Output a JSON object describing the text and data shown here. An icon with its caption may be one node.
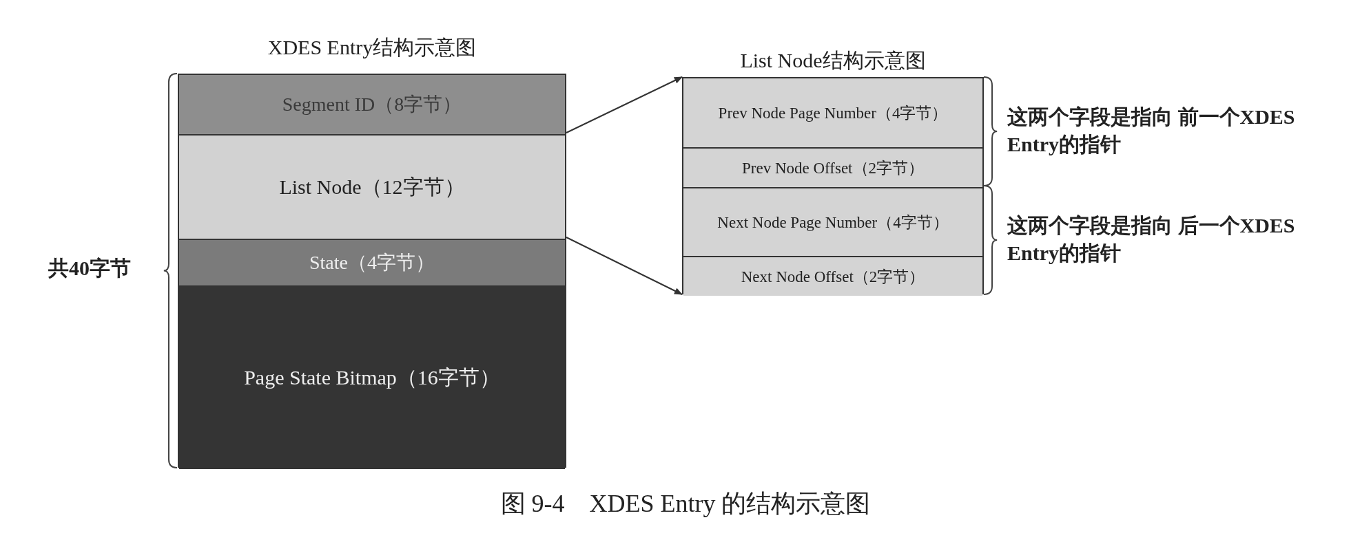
{
  "diagram": {
    "caption": "图 9-4　XDES Entry 的结构示意图",
    "nodes": [
      {
        "text": [
          "XDES Entry结构示意图"
        ]
      },
      {
        "text": [
          "Segment ID（8字节）"
        ],
        "in": 0
      },
      {
        "text": [
          "List Node（12字节）"
        ],
        "in": 0
      },
      {
        "text": [
          "State（4字节）"
        ],
        "in": 0
      },
      {
        "text": [
          "Page State Bitmap（16字节）"
        ],
        "in": 0
      },
      {
        "text": [
          "List Node结构示意图"
        ]
      },
      {
        "text": [
          "Prev Node Page Number（4字节）"
        ],
        "in": 5
      },
      {
        "text": [
          "Prev Node Offset（2字节）"
        ],
        "in": 5
      },
      {
        "text": [
          "Next Node Page Number（4字节）"
        ],
        "in": 5
      },
      {
        "text": [
          "Next Node Offset（2字节）"
        ],
        "in": 5
      }
    ],
    "edges": [
      {
        "from": 2,
        "to": 5,
        "arrow": "to"
      },
      {
        "from": 2,
        "to": 5,
        "arrow": "to"
      }
    ],
    "labels": [
      "共40字节",
      "这两个字段是指向 前一个XDES Entry的指针",
      "这两个字段是指向 后一个XDES Entry的指针"
    ]
  }
}
